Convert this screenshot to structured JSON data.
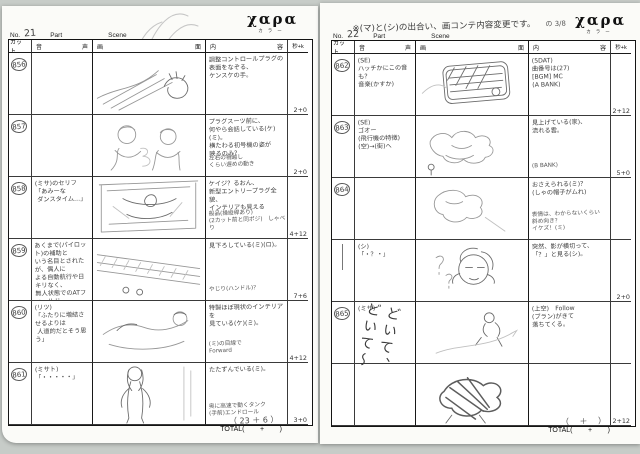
{
  "labels": {
    "no": "No.",
    "part": "Part",
    "scene": "Scene",
    "total": "TOTAL(        +        )"
  },
  "logo": {
    "main": "χαρα",
    "sub": "カラー"
  },
  "columns": {
    "cut": "カット",
    "audio_l": "音",
    "audio_r": "声",
    "screen_l": "画",
    "screen_r": "面",
    "content_l": "内",
    "content_r": "容",
    "time": "秒+k"
  },
  "left": {
    "no": "21",
    "total_hand": "（ 23 ＋ 6 ）",
    "rows": [
      {
        "cut": "856",
        "audio": "",
        "content": "調整コントロールプラグの\n表面をなぞる、\nケンスケの手。",
        "content2": "",
        "time": "2+0"
      },
      {
        "cut": "857",
        "audio": "",
        "content": "プラグスーツ前に、\n何やら会話している(ケ)(ミ)。\n横たわる初号機の姿が\n映るのみ？",
        "content2": "左右の柵越し\nくらい遅めの動き",
        "time": "2+0"
      },
      {
        "cut": "858",
        "audio": "(ミサ)のセリフ\n「あみーな\n ダンスタイム…」",
        "content": "ケイジ？るおん、\n新型エントリープラグ全貌、\nインテリアも見える",
        "content2": "般品(操縦桿あり)\n(2カット前と同ポジ)　しゃべり",
        "time": "4+12"
      },
      {
        "cut": "859",
        "audio": "あくまで(パイロット)の補助と\nいう名目とされたが、偶人に\nよる自動航行や日キリなく、\n無人状態でのATフィールド\n発生まで可能。",
        "content": "見下ろしている(ミ)(ロ)。",
        "content2": "やじり(ハンドル)？",
        "time": "7+6"
      },
      {
        "cut": "860",
        "audio": "(リツ)\n「ふたりに増結させるよりは\n 人道的だとそう思う」",
        "content": "特製ほぼ現状のインテリアを\n見ている(ケ)(ミ)。",
        "content2": "(ミ)の目線で\nForward",
        "time": "4+12"
      },
      {
        "cut": "861",
        "audio": "(ミサト)\n「・・・・・」",
        "content": "たたずんでいる(ミ)。",
        "content2": "奥に高速で動くタンク\n(手前)エンドロール",
        "time": "3+0"
      }
    ]
  },
  "right": {
    "no": "22",
    "note": "※(マ)と(シ)の出合い、画コンテ内容変更です。",
    "note_date": "の 3/8",
    "total_hand": "（　 ＋ 　）",
    "scrawl": "どいて、\nどいて〜",
    "rows": [
      {
        "cut": "862",
        "audio": "(SE)\nハッチかにこの音も？\n音楽(かすか)",
        "content": "(5DAT)\n曲番号は(27)\n[BGM] MC\n(A BANK)",
        "content2": "",
        "time": "2+12"
      },
      {
        "cut": "863",
        "audio": "(SE)\nゴオー\n(飛行機の特徴)\n(空)→(街)へ",
        "content": "見上げている(家)、\n流れる雲。",
        "content2": "(B BANK)",
        "time": "5+0"
      },
      {
        "cut": "864",
        "audio": "",
        "content": "おさえられる(ミ)？\n(しゃの帽子がムれ)",
        "content2": "表情は、わからないくらい\n斜め向き？\nイケズ！(ミ)",
        "time": ""
      },
      {
        "cut": "",
        "audio": "(シ)\n「・？・」",
        "content": "突然、影が横切って、\n「？」と見る(シ)。",
        "content2": "",
        "time": "2+0"
      },
      {
        "cut": "865",
        "audio": "(ミサ)",
        "content": "(上空)　Follow\n(ブラン)がきて\n落ちてくる。",
        "content2": "",
        "time": ""
      },
      {
        "cut": "",
        "audio": "",
        "content": "",
        "content2": "",
        "time": "2+12"
      }
    ]
  }
}
